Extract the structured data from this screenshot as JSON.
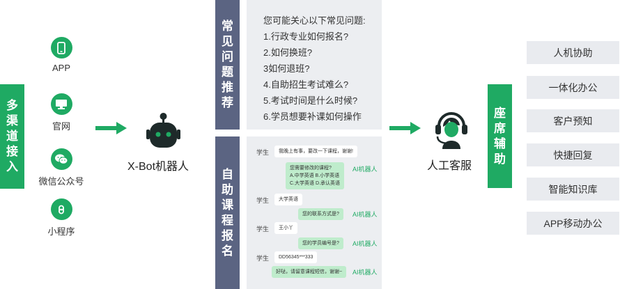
{
  "left_bar": {
    "chars": [
      "多",
      "渠",
      "道",
      "接",
      "入"
    ]
  },
  "channels": [
    {
      "label": "APP",
      "icon": "phone-icon"
    },
    {
      "label": "官网",
      "icon": "monitor-icon"
    },
    {
      "label": "微信公众号",
      "icon": "wechat-icon"
    },
    {
      "label": "小程序",
      "icon": "mini-program-icon"
    }
  ],
  "bot": {
    "label": "X-Bot机器人",
    "icon": "robot-icon"
  },
  "faq_bar": {
    "chars": [
      "常",
      "见",
      "问",
      "题",
      "推",
      "荐"
    ]
  },
  "faq": {
    "title": "您可能关心以下常见问题:",
    "items": [
      "1.行政专业如何报名?",
      "2.如何换班?",
      "3如何退班?",
      "4.自助招生考试难么?",
      "5.考试时间是什么时候?",
      "6.学员想要补课如何操作"
    ]
  },
  "enroll_bar": {
    "chars": [
      "自",
      "助",
      "课",
      "程",
      "报",
      "名"
    ]
  },
  "chat": {
    "user_tag": "学生",
    "ai_tag": "AI机器人",
    "messages": [
      {
        "role": "user",
        "lines": [
          "我晚上有事，要改一下课程，谢谢!"
        ]
      },
      {
        "role": "ai",
        "lines": [
          "您需要修改的课程?",
          "A.中学英语  B.小学英语",
          "C.大学英语  D.承认英语"
        ]
      },
      {
        "role": "user",
        "lines": [
          "大学英语"
        ]
      },
      {
        "role": "ai",
        "lines": [
          "您的联系方式是?"
        ]
      },
      {
        "role": "user",
        "lines": [
          "王小丫"
        ]
      },
      {
        "role": "ai",
        "lines": [
          "您的学员编号是?"
        ]
      },
      {
        "role": "user",
        "lines": [
          "DD56345***333"
        ]
      },
      {
        "role": "ai",
        "lines": [
          "好哒，请留意课程短信，谢谢~"
        ]
      }
    ]
  },
  "agent": {
    "label": "人工客服",
    "icon": "headset-agent-icon"
  },
  "right_bar": {
    "chars": [
      "座",
      "席",
      "辅",
      "助"
    ]
  },
  "features": [
    "人机协助",
    "一体化办公",
    "客户预知",
    "快捷回复",
    "智能知识库",
    "APP移动办公"
  ],
  "colors": {
    "green": "#1faa63",
    "slate": "#5b6482",
    "panel": "#eceef1",
    "ai_bubble": "#bfeccc"
  }
}
